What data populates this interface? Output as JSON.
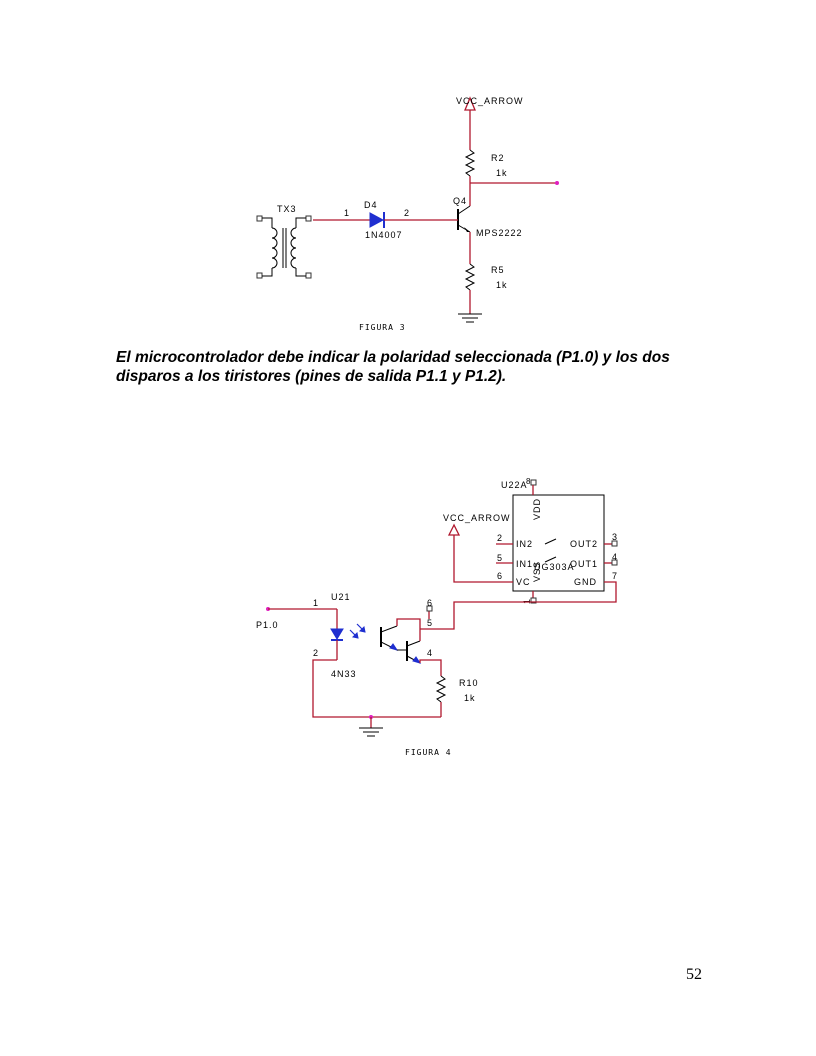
{
  "figure3": {
    "vcc_label": "VCC_ARROW",
    "r2_label": "R2",
    "r2_value": "1k",
    "q4_label": "Q4",
    "q4_part": "MPS2222",
    "d4_label": "D4",
    "d4_part": "1N4007",
    "d4_pin1": "1",
    "d4_pin2": "2",
    "tx_label": "TX3",
    "r5_label": "R5",
    "r5_value": "1k",
    "caption": "FIGURA 3"
  },
  "paragraph": "El microcontrolador debe indicar la polaridad seleccionada (P1.0) y los dos disparos a los tiristores (pines de salida P1.1 y P1.2).",
  "figure4": {
    "u22_label": "U22A",
    "u22_part": "DG303A",
    "vdd_label": "VDD",
    "vss_label": "VSS",
    "in2_label": "IN2",
    "in1_label": "IN1",
    "vc_label": "VC",
    "out2_label": "OUT2",
    "out1_label": "OUT1",
    "gnd_label": "GND",
    "pin8": "8",
    "pin2": "2",
    "pin5": "5",
    "pin6": "6",
    "pin3": "3",
    "pin4": "4",
    "pin7": "7",
    "pin1": "1",
    "vcc_label": "VCC_ARROW",
    "u21_label": "U21",
    "u21_part": "4N33",
    "u21_pin1": "1",
    "u21_pin2": "2",
    "u21_pin6": "6",
    "u21_pin5": "5",
    "u21_pin4": "4",
    "p10_label": "P1.0",
    "r10_label": "R10",
    "r10_value": "1k",
    "caption": "FIGURA 4"
  },
  "page_number": "52"
}
